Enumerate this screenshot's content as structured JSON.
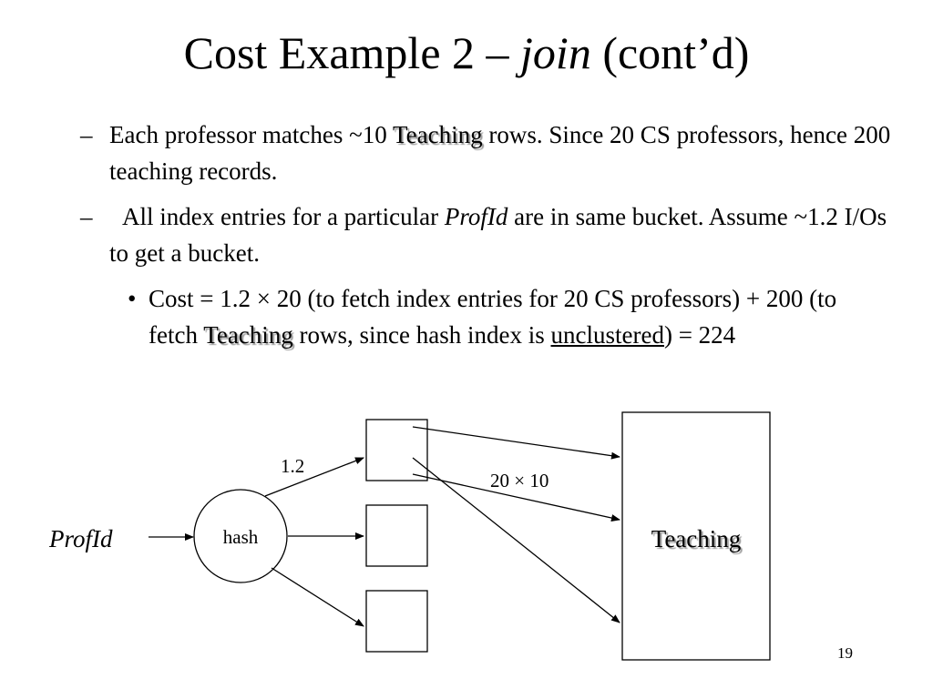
{
  "slide": {
    "title_main": "Cost Example 2 – ",
    "title_italic": "join",
    "title_rest": " (cont’d)",
    "page_number": "19"
  },
  "bullets": [
    {
      "marker": "–",
      "p1": "Each professor matches ~10 ",
      "em": "Teaching",
      "p2": " rows. Since 20 CS professors, hence 200 teaching records."
    },
    {
      "marker": "–",
      "p1": "All index entries for a particular ",
      "em": "ProfId",
      "p2": " are in same bucket. Assume ~1.2 I/Os to get a bucket."
    },
    {
      "marker": "•",
      "p1": "Cost = 1.2 × 20 (to fetch index entries for 20 CS professors) + 200 (to fetch ",
      "em": "Teaching",
      "p2": " rows, since hash index is ",
      "underline": "unclustered",
      "p3": ") = 224"
    }
  ],
  "diagram": {
    "input_label": "ProfId",
    "hash_label": "hash",
    "bucket_io_label": "1.2",
    "fetch_label": "20 × 10",
    "table_label": "Teaching"
  }
}
